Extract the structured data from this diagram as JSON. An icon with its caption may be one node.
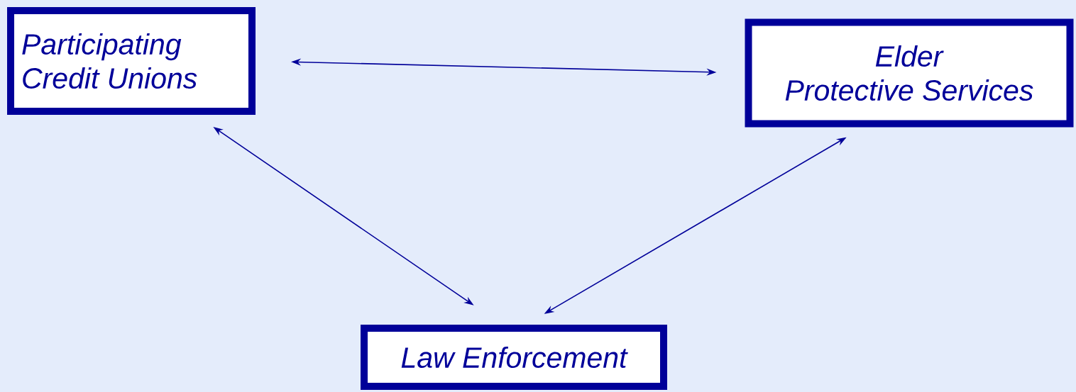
{
  "diagram": {
    "nodes": [
      {
        "text": [
          "Participating Credit Unions"
        ]
      },
      {
        "text": [
          "Elder Protective Services"
        ]
      },
      {
        "text": [
          "Law Enforcement"
        ]
      }
    ],
    "edges": [
      {
        "from": 0,
        "to": 1,
        "arrow": "both"
      },
      {
        "from": 0,
        "to": 2,
        "arrow": "both"
      },
      {
        "from": 1,
        "to": 2,
        "arrow": "both"
      }
    ]
  }
}
